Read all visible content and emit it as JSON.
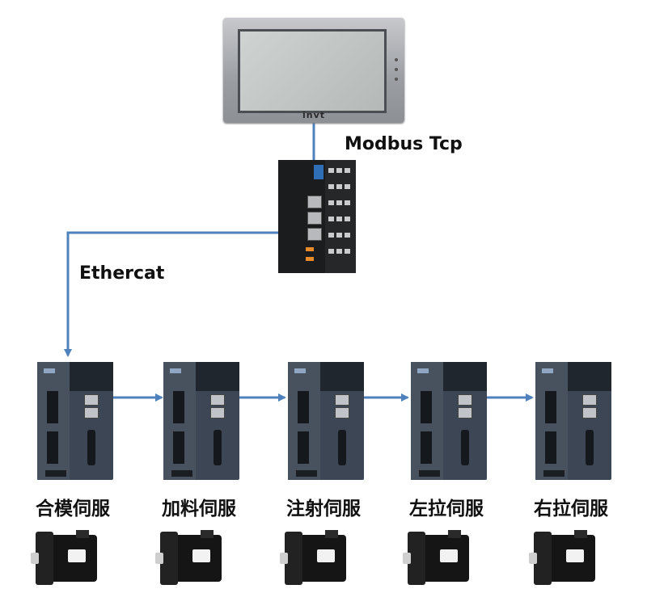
{
  "labels": {
    "modbus": "Modbus Tcp",
    "ethercat": "Ethercat"
  },
  "hmi": {
    "brand": "invt"
  },
  "drives": [
    {
      "name": "合模伺服"
    },
    {
      "name": "加料伺服"
    },
    {
      "name": "注射伺服"
    },
    {
      "name": "左拉伺服"
    },
    {
      "name": "右拉伺服"
    }
  ],
  "colors": {
    "line": "#4f81bd",
    "drive_body": "#3c4654"
  }
}
